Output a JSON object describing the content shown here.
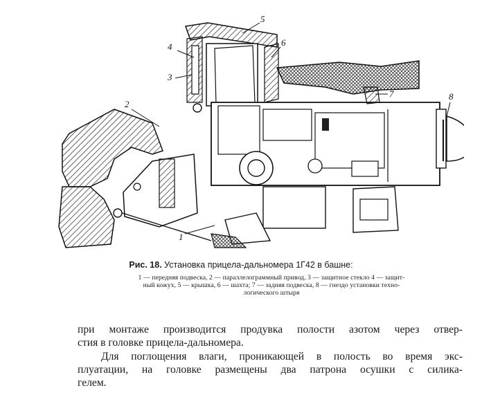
{
  "figure": {
    "callouts": [
      "1",
      "2",
      "3",
      "4",
      "5",
      "6",
      "7",
      "8"
    ]
  },
  "caption": {
    "label": "Рис. 18.",
    "title": "Установка прицела-дальномера 1Г42 в башне:",
    "legend_lines": [
      "1 — передняя подвеска, 2 — параллелограммный привод, 3 — защитное стекло 4 — защит-",
      "ный кожух, 5 — крышка, 6 — шахта; 7 — задняя подвеска, 8 — гнездо установки техно-",
      "логического штыря"
    ]
  },
  "body": {
    "paragraph1_lines": [
      "при монтаже производится продувка полости азотом через отвер-",
      "стия в головке прицела-дальномера."
    ],
    "paragraph2_lines": [
      "Для поглощения влаги, проникающей в полость во время экс-",
      "плуатации, на головке размещены два патрона осушки с силика-",
      "гелем."
    ]
  }
}
